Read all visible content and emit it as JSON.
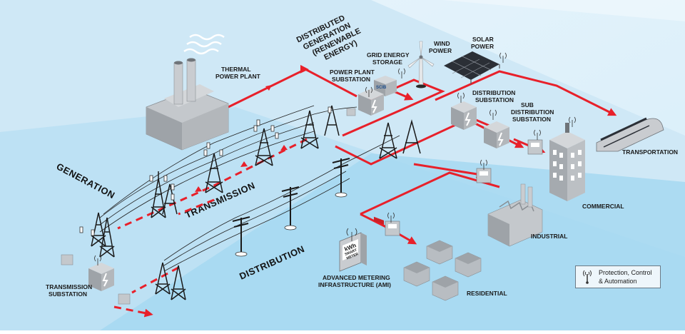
{
  "bands": {
    "generation": "GENERATION",
    "transmission": "TRANSMISSION",
    "distribution": "DISTRIBUTION"
  },
  "labels": {
    "thermal": [
      "THERMAL",
      "POWER PLANT"
    ],
    "distributed": [
      "DISTRIBUTED",
      "GENERATION",
      "(RENEWABLE",
      "ENERGY)"
    ],
    "grid_storage": [
      "GRID ENERGY",
      "STORAGE"
    ],
    "pp_substation": [
      "POWER PLANT",
      "SUBSTATION"
    ],
    "wind": [
      "WIND",
      "POWER"
    ],
    "solar": [
      "SOLAR",
      "POWER"
    ],
    "dist_substation": [
      "DISTRIBUTION",
      "SUBSTATION"
    ],
    "sub_dist_substation": [
      "SUB",
      "DISTRIBUTION",
      "SUBSTATION"
    ],
    "transportation": "TRANSPORTATION",
    "commercial": "COMMERCIAL",
    "industrial": "INDUSTRIAL",
    "residential": "RESIDENTIAL",
    "ami": [
      "ADVANCED METERING",
      "INFRASTRUCTURE (AMI)"
    ],
    "transmission_substation": [
      "TRANSMISSION",
      "SUBSTATION"
    ]
  },
  "meter": {
    "unit": "kWh",
    "text": [
      "SMART",
      "METER"
    ]
  },
  "battery_text": "SCIB",
  "legend": {
    "text": "Protection, Control\n& Automation",
    "icon": "wireless-tower-icon"
  },
  "colors": {
    "power_line": "#e8202a",
    "band_light": "#d4ecf8",
    "band_mid": "#bfe3f6",
    "band_dark": "#8ccff0",
    "building": "#b8bdc2"
  }
}
